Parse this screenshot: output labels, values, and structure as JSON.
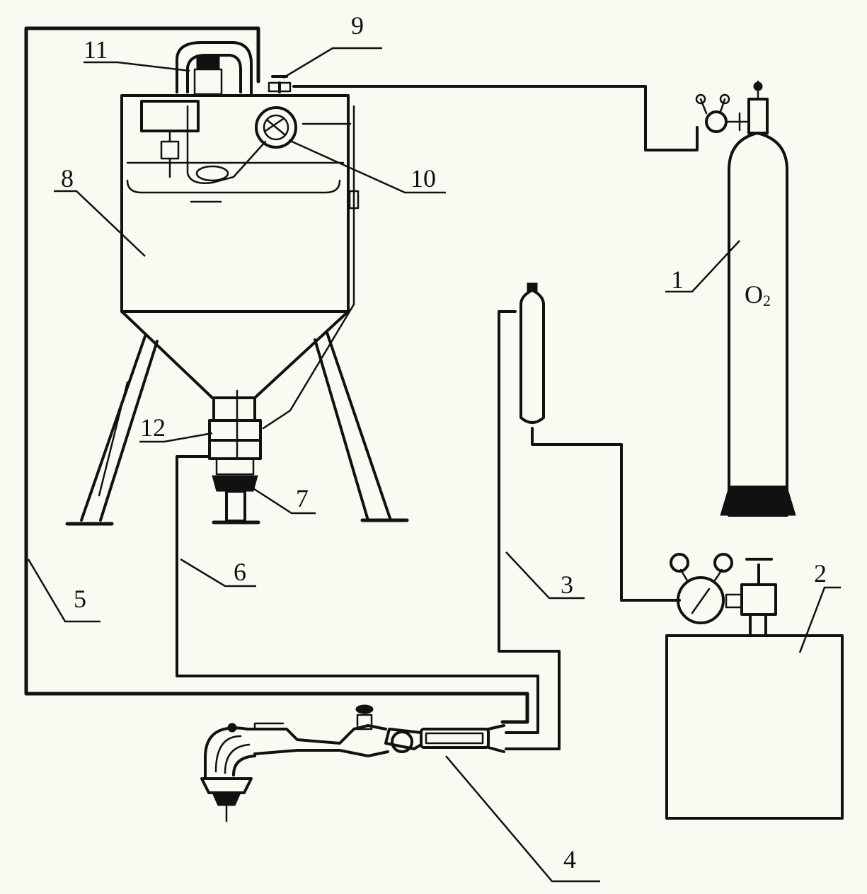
{
  "labels": {
    "l1": "1",
    "l2": "2",
    "l3": "3",
    "l4": "4",
    "l5": "5",
    "l6": "6",
    "l7": "7",
    "l8": "8",
    "l9": "9",
    "l10": "10",
    "l11": "11",
    "l12": "12"
  },
  "cylinder_text": {
    "o": "O",
    "sub": "2"
  }
}
